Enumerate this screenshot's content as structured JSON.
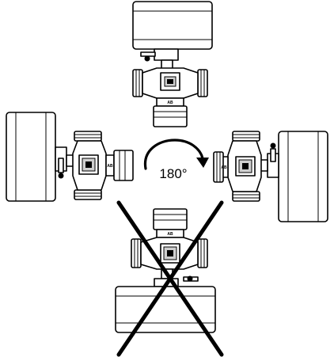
{
  "diagram": {
    "rotation_label": "180°",
    "port_marks": {
      "top": "AB",
      "left": "AB",
      "right": "AB",
      "bottom": "AB"
    },
    "colors": {
      "line": "#000000",
      "background": "#ffffff",
      "cross": "#000000"
    },
    "icons": [
      "valve-actuator-icon",
      "rotation-arrow-icon",
      "prohibited-cross-icon"
    ]
  }
}
